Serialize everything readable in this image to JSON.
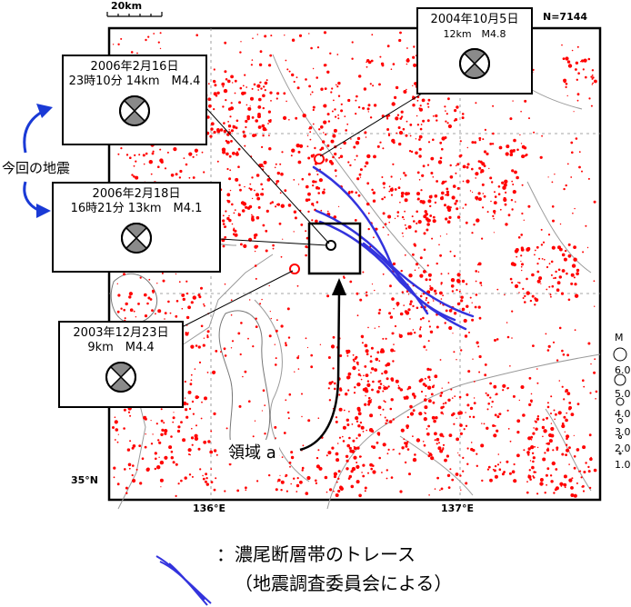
{
  "scale_label": "20km",
  "count_label": "N=7144",
  "lat_label": "35°N",
  "lon_labels": [
    "136°E",
    "137°E"
  ],
  "konkai_label": "今回の地震",
  "region_label": "領域 a",
  "events": [
    {
      "id": "e2004",
      "line1": "2004年10月5日",
      "line2": "12km　M4.8"
    },
    {
      "id": "e20060216",
      "line1": "2006年2月16日",
      "line2": "23時10分 14km　M4.4"
    },
    {
      "id": "e20060218",
      "line1": "2006年2月18日",
      "line2": "16時21分 13km　M4.1"
    },
    {
      "id": "e2003",
      "line1": "2003年12月23日",
      "line2": "9km　M4.4"
    }
  ],
  "magnitude_legend": {
    "title": "M",
    "labels": [
      "6.0",
      "5.0",
      "4.0",
      "3.0",
      "2.0",
      "1.0"
    ]
  },
  "legend": {
    "line1": "：濃尾断層帯のトレース",
    "line2": "（地震調査委員会による）"
  },
  "colors": {
    "epicenter": "#ff0000",
    "fault_trace": "#3333dd",
    "arrow_blue": "#1a3ad6",
    "frame": "#000000",
    "boundary": "#9a9a9a"
  }
}
